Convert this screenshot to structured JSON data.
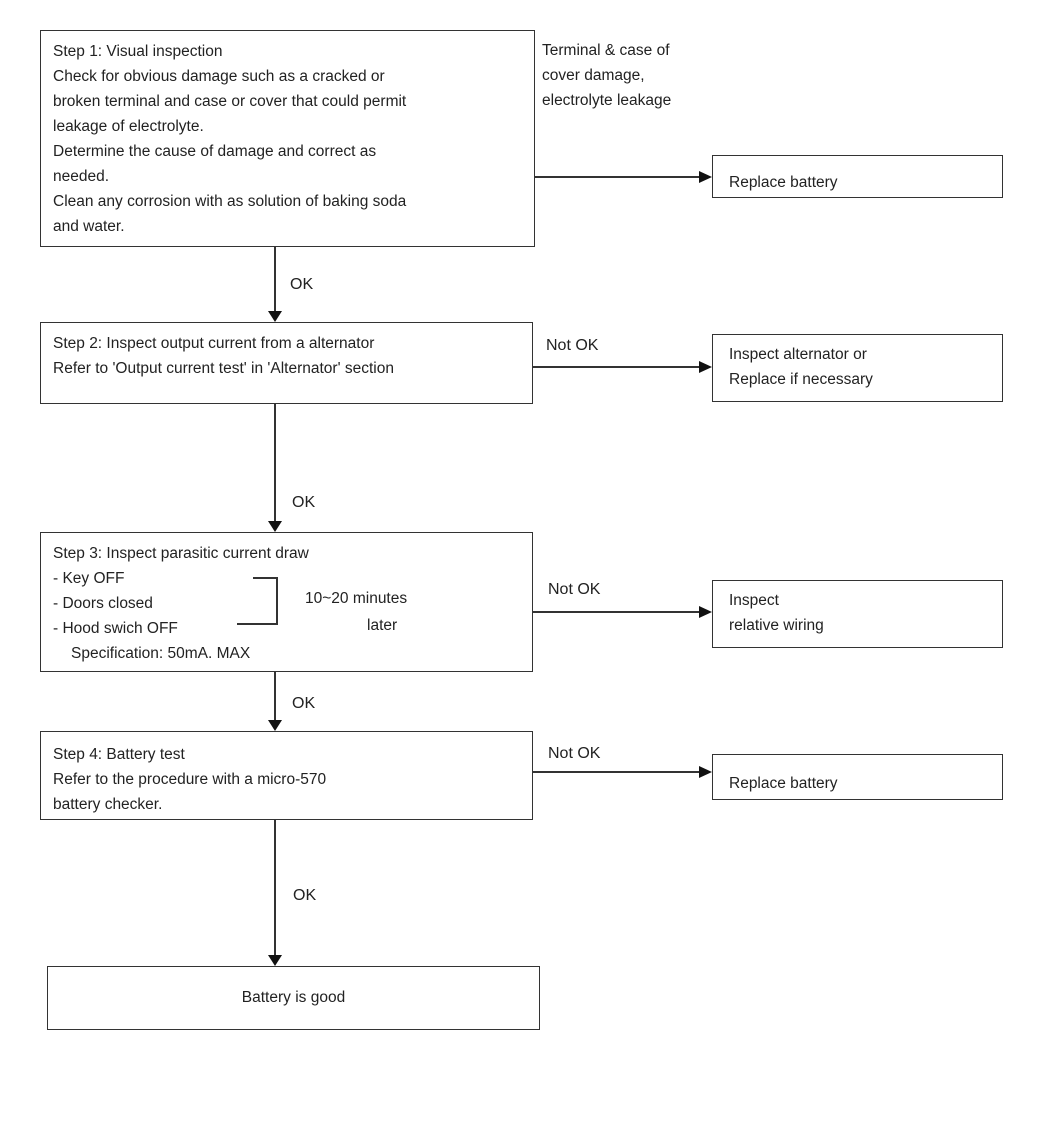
{
  "colors": {
    "background": "#ffffff",
    "box_border": "#333333",
    "connector_line": "#333333",
    "arrowhead": "#111111",
    "text": "#222222"
  },
  "flowchart": {
    "step1": {
      "lines": [
        "Step 1: Visual inspection",
        "Check for obvious damage such as a cracked or",
        "broken terminal and case or cover that could permit",
        "leakage of electrolyte.",
        "Determine the cause of damage and correct as",
        "needed.",
        "Clean any corrosion with as solution of baking soda",
        "and water."
      ]
    },
    "terminal_note": {
      "lines": [
        "Terminal & case of",
        "cover damage,",
        "electrolyte leakage"
      ]
    },
    "replace_battery_1": {
      "label": "Replace battery"
    },
    "edge_ok_1": {
      "label": "OK"
    },
    "step2": {
      "lines": [
        "Step 2: Inspect output current from a alternator",
        "Refer to 'Output current test' in 'Alternator' section"
      ]
    },
    "edge_not_ok_1": {
      "label": "Not OK"
    },
    "inspect_alternator": {
      "lines": [
        "Inspect alternator or",
        "Replace if necessary"
      ]
    },
    "edge_ok_2": {
      "label": "OK"
    },
    "step3": {
      "title": "Step 3: Inspect parasitic current draw",
      "items": [
        "- Key OFF",
        "- Doors closed",
        "- Hood swich OFF"
      ],
      "spec": "Specification: 50mA. MAX",
      "note_lines": [
        "10~20 minutes",
        "later"
      ]
    },
    "edge_not_ok_2": {
      "label": "Not OK"
    },
    "inspect_wiring": {
      "lines": [
        "Inspect",
        "relative wiring"
      ]
    },
    "edge_ok_3": {
      "label": "OK"
    },
    "step4": {
      "lines": [
        "Step 4: Battery test",
        "Refer to the procedure with a micro-570",
        "battery checker."
      ]
    },
    "edge_not_ok_3": {
      "label": "Not OK"
    },
    "replace_battery_2": {
      "label": "Replace battery"
    },
    "edge_ok_4": {
      "label": "OK"
    },
    "result": {
      "label": "Battery is good"
    }
  }
}
